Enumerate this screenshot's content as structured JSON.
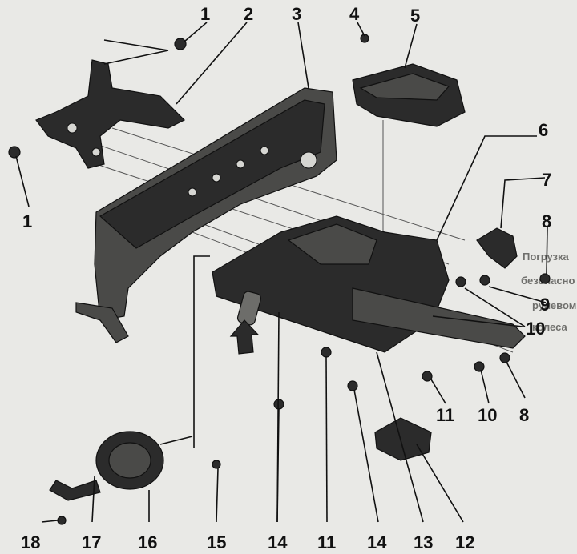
{
  "callouts": [
    {
      "id": "c1a",
      "text": "1"
    },
    {
      "id": "c2",
      "text": "2"
    },
    {
      "id": "c3",
      "text": "3"
    },
    {
      "id": "c4",
      "text": "4"
    },
    {
      "id": "c5",
      "text": "5"
    },
    {
      "id": "c1b",
      "text": "1"
    },
    {
      "id": "c6",
      "text": "6"
    },
    {
      "id": "c7",
      "text": "7"
    },
    {
      "id": "c8a",
      "text": "8"
    },
    {
      "id": "c9",
      "text": "9"
    },
    {
      "id": "c10a",
      "text": "10"
    },
    {
      "id": "c11a",
      "text": "11"
    },
    {
      "id": "c10b",
      "text": "10"
    },
    {
      "id": "c8b",
      "text": "8"
    },
    {
      "id": "c12",
      "text": "12"
    },
    {
      "id": "c13",
      "text": "13"
    },
    {
      "id": "c14a",
      "text": "14"
    },
    {
      "id": "c11b",
      "text": "11"
    },
    {
      "id": "c14b",
      "text": "14"
    },
    {
      "id": "c15",
      "text": "15"
    },
    {
      "id": "c16",
      "text": "16"
    },
    {
      "id": "c17",
      "text": "17"
    },
    {
      "id": "c18",
      "text": "18"
    }
  ],
  "background_text": [
    {
      "id": "bg1",
      "text": "Погрузка"
    },
    {
      "id": "bg2",
      "text": "безопасно"
    },
    {
      "id": "bg3",
      "text": "рулевом"
    },
    {
      "id": "bg4",
      "text": "колеса"
    }
  ],
  "colors": {
    "paper": "#e9e9e6",
    "ink": "#111111",
    "part_dark": "#2b2b2b"
  }
}
